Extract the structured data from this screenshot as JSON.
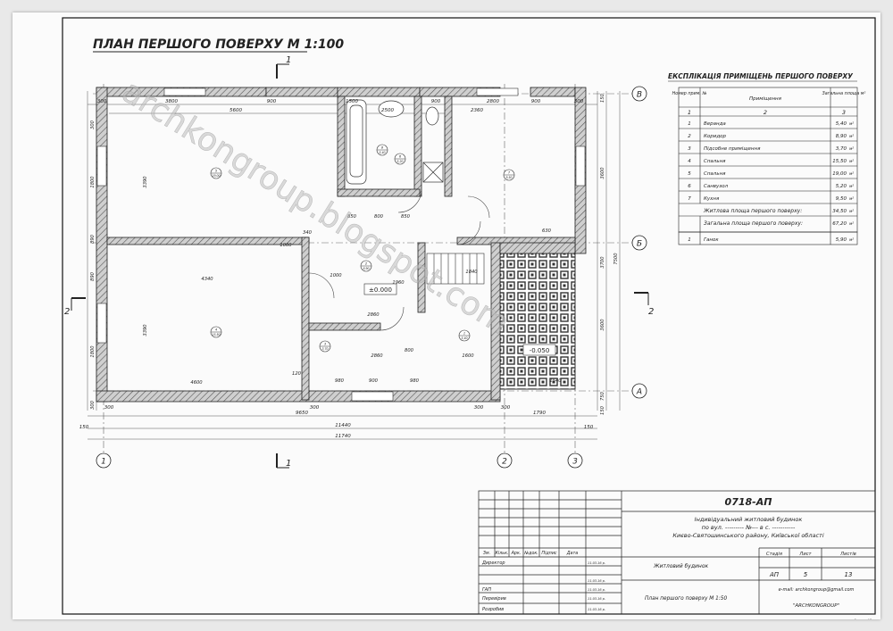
{
  "title": "ПЛАН ПЕРШОГО ПОВЕРХУ М 1:100",
  "section_marks": {
    "s1": "1",
    "s2": "2"
  },
  "axes": {
    "h": [
      "В",
      "Б",
      "А"
    ],
    "v": [
      "1",
      "2",
      "3"
    ]
  },
  "levels": {
    "main": "±0.000",
    "porch": "-0.050"
  },
  "room_marks": [
    {
      "n": "4",
      "a": "15,50"
    },
    {
      "n": "7",
      "a": "9,50"
    },
    {
      "n": "5",
      "a": "19,00"
    },
    {
      "n": "6",
      "a": "5,20"
    },
    {
      "n": "2",
      "a": "8,90"
    },
    {
      "n": "3",
      "a": "3,70"
    },
    {
      "n": "1",
      "a": "5,40"
    },
    {
      "n": "8",
      "a": "5,40"
    }
  ],
  "dims": {
    "top": [
      "300",
      "3800",
      "900",
      "1500",
      "900",
      "2800",
      "900",
      "300"
    ],
    "inner_top": [
      "5600",
      "2500",
      "2360"
    ],
    "mid": [
      "850",
      "800",
      "850",
      "630",
      "1000",
      "340",
      "1000",
      "4340",
      "1960",
      "1840",
      "2860",
      "2860",
      "1600",
      "800",
      "4600",
      "980",
      "900",
      "980",
      "120",
      "1540"
    ],
    "left": [
      "300",
      "1800",
      "890",
      "890",
      "1800",
      "300"
    ],
    "left_inner": [
      "3390",
      "3390"
    ],
    "right": [
      "150",
      "3600",
      "3700",
      "7500",
      "3600",
      "750",
      "150"
    ],
    "bottom": [
      "9650",
      "1790",
      "11440",
      "11740",
      "150",
      "150",
      "300",
      "300",
      "300",
      "300"
    ]
  },
  "watermark": "archkongroup.blogspot.com",
  "table": {
    "title": "ЕКСПЛІКАЦІЯ ПРИМІЩЕНЬ ПЕРШОГО ПОВЕРХУ",
    "headers": [
      "Номер прим. №",
      "Приміщення",
      "Загальна площа м²"
    ],
    "index": [
      "1",
      "2",
      "3"
    ],
    "rows": [
      {
        "n": "1",
        "name": "Веранда",
        "area": "5,40",
        "unit": "м²"
      },
      {
        "n": "2",
        "name": "Коридор",
        "area": "8,90",
        "unit": "м²"
      },
      {
        "n": "3",
        "name": "Підсобне приміщення",
        "area": "3,70",
        "unit": "м²"
      },
      {
        "n": "4",
        "name": "Спальня",
        "area": "15,50",
        "unit": "м²"
      },
      {
        "n": "5",
        "name": "Спальня",
        "area": "19,00",
        "unit": "м²"
      },
      {
        "n": "6",
        "name": "Санвузол",
        "area": "5,20",
        "unit": "м²"
      },
      {
        "n": "7",
        "name": "Кухня",
        "area": "9,50",
        "unit": "м²"
      }
    ],
    "living": {
      "label": "Житлова площа першого поверху:",
      "area": "34,50",
      "unit": "м²"
    },
    "total": {
      "label": "Загальна площа першого поверху:",
      "area": "67,20",
      "unit": "м²"
    },
    "extra": {
      "n": "1",
      "name": "Ганок",
      "area": "5,90",
      "unit": "м²"
    }
  },
  "stamp": {
    "code": "0718-АП",
    "project": [
      "Індивідуальний житловий будинок",
      "по вул. --------- №--- в с. -----------",
      "Києво-Святошинського району, Київської області"
    ],
    "col_headers": [
      "Зм.",
      "Кільк.",
      "Арк.",
      "№док.",
      "Підпис",
      "Дата"
    ],
    "roles": [
      "Директор",
      "ГАП",
      "Перевірив",
      "Розробив"
    ],
    "dates": [
      "11.03.16 р.",
      "11.03.16 р.",
      "11.03.16 р.",
      "11.03.16 р.",
      "11.03.16 р."
    ],
    "object": "Житловий будинок",
    "sheet_name": "План першого поверху М 1:50",
    "stage_h": "Стадія",
    "sheet_h": "Лист",
    "sheets_h": "Листів",
    "stage": "АП",
    "sheet": "5",
    "sheets": "13",
    "email": "e-mail: archkongroup@gmail.com",
    "company": "\"ARCHKONGROUP\"",
    "format": "Формат А3"
  }
}
